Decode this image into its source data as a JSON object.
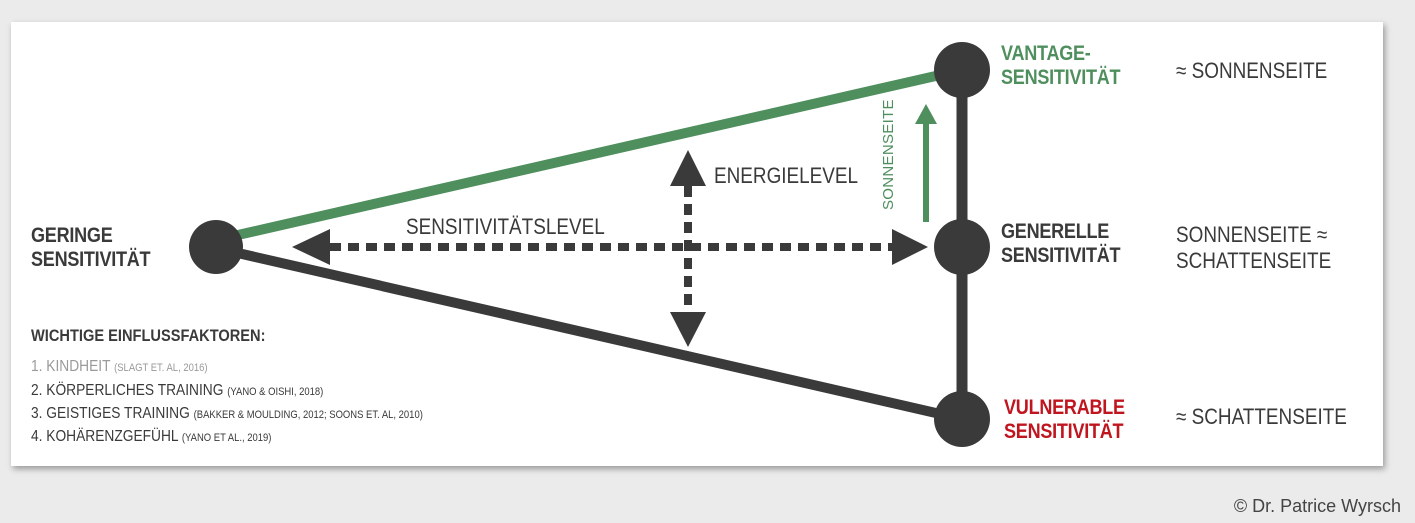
{
  "nodes": {
    "geringe": [
      "GERINGE",
      "SENSITIVITÄT"
    ],
    "vantage": [
      "VANTAGE-",
      "SENSITIVITÄT"
    ],
    "generelle": [
      "GENERELLE",
      "SENSITIVITÄT"
    ],
    "vulnerable": [
      "VULNERABLE",
      "SENSITIVITÄT"
    ]
  },
  "sides": {
    "top": "≈ SONNENSEITE",
    "middle": [
      "SONNENSEITE ≈",
      "SCHATTENSEITE"
    ],
    "bottom": "≈ SCHATTENSEITE"
  },
  "axes": {
    "energy": "ENERGIELEVEL",
    "sensitivity": "SENSITIVITÄTSLEVEL",
    "sun_arrow": "SONNENSEITE"
  },
  "factors": {
    "title": "WICHTIGE EINFLUSSFAKTOREN:",
    "items": [
      {
        "label": "1. KINDHEIT",
        "cite": "(SLAGT ET. AL, 2016)"
      },
      {
        "label": "2. KÖRPERLICHES TRAINING",
        "cite": "(YANO & OISHI, 2018)"
      },
      {
        "label": "3. GEISTIGES TRAINING",
        "cite": "(BAKKER & MOULDING, 2012; SOONS ET. AL, 2010)"
      },
      {
        "label": "4. KOHÄRENZGEFÜHL",
        "cite": "(YANO ET AL., 2019)"
      }
    ]
  },
  "colors": {
    "green": "#4f8f5e",
    "red": "#c0141e",
    "dark": "#3a3a3a"
  },
  "copyright": "© Dr. Patrice Wyrsch"
}
